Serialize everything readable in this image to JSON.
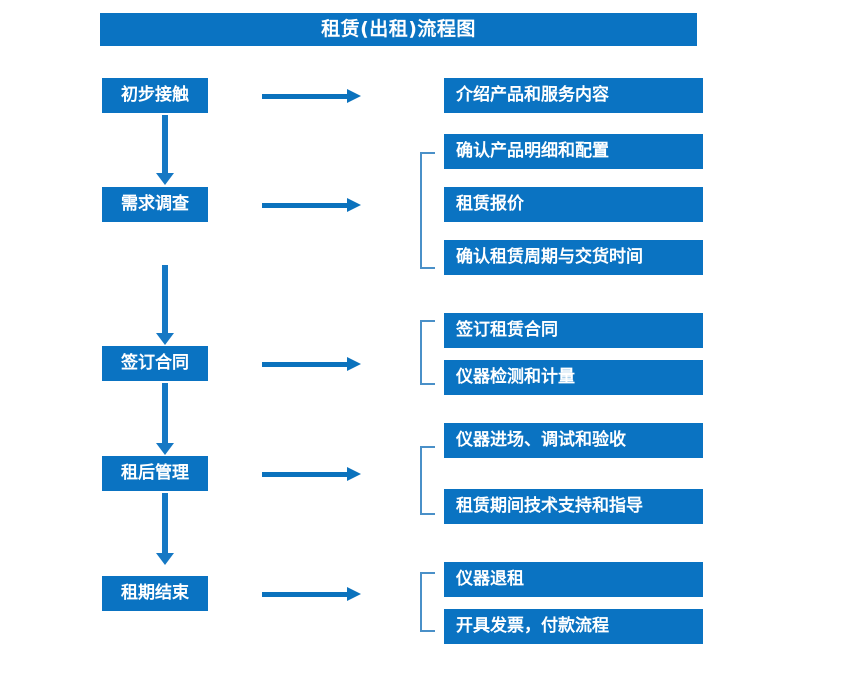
{
  "diagram": {
    "title": "租赁(出租)流程图",
    "colors": {
      "box_fill": "#0a73c2",
      "box_text": "#ffffff",
      "arrow": "#0b72bd",
      "connector": "#1578c4",
      "bracket": "#4a90c8",
      "background": "#ffffff"
    },
    "stages": [
      {
        "id": "stage-1",
        "label": "初步接触",
        "details": [
          "介绍产品和服务内容"
        ],
        "has_bracket": false
      },
      {
        "id": "stage-2",
        "label": "需求调查",
        "details": [
          "确认产品明细和配置",
          "租赁报价",
          "确认租赁周期与交货时间"
        ],
        "has_bracket": true
      },
      {
        "id": "stage-3",
        "label": "签订合同",
        "details": [
          "签订租赁合同",
          "仪器检测和计量"
        ],
        "has_bracket": true
      },
      {
        "id": "stage-4",
        "label": "租后管理",
        "details": [
          "仪器进场、调试和验收",
          "租赁期间技术支持和指导"
        ],
        "has_bracket": true
      },
      {
        "id": "stage-5",
        "label": "租期结束",
        "details": [
          "仪器退租",
          "开具发票，付款流程"
        ],
        "has_bracket": true
      }
    ]
  }
}
